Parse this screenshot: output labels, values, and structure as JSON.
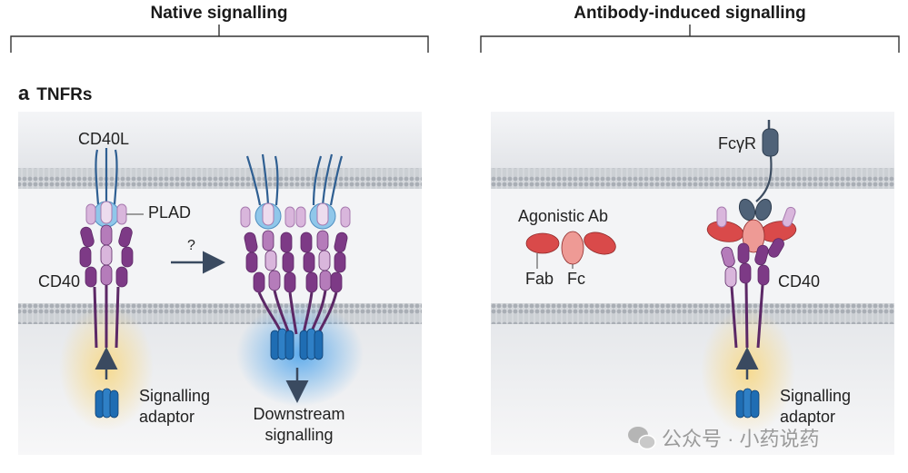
{
  "headers": {
    "native": "Native signalling",
    "antibody": "Antibody-induced signalling"
  },
  "section": {
    "letter": "a",
    "title": "TNFRs"
  },
  "native_labels": {
    "ligand": "CD40L",
    "plad": "PLAD",
    "receptor": "CD40",
    "question": "?",
    "adaptor_line1": "Signalling",
    "adaptor_line2": "adaptor",
    "downstream_line1": "Downstream",
    "downstream_line2": "signalling"
  },
  "antibody_labels": {
    "fcgr": "FcγR",
    "agonist": "Agonistic Ab",
    "fab": "Fab",
    "fc": "Fc",
    "receptor": "CD40",
    "adaptor_line1": "Signalling",
    "adaptor_line2": "adaptor"
  },
  "watermark": {
    "text": "公众号 · 小药说药",
    "icon": "wechat-icon"
  },
  "colors": {
    "receptor_purple": "#7d3a86",
    "receptor_light": "#d9b6dc",
    "plad_blue": "#8fc7ea",
    "adaptor_blue": "#1f6db3",
    "antibody_red": "#d94a4a",
    "antibody_light": "#ee9a95",
    "fcgr_slate": "#4f6278",
    "membrane_grey": "#cfd3d8"
  }
}
